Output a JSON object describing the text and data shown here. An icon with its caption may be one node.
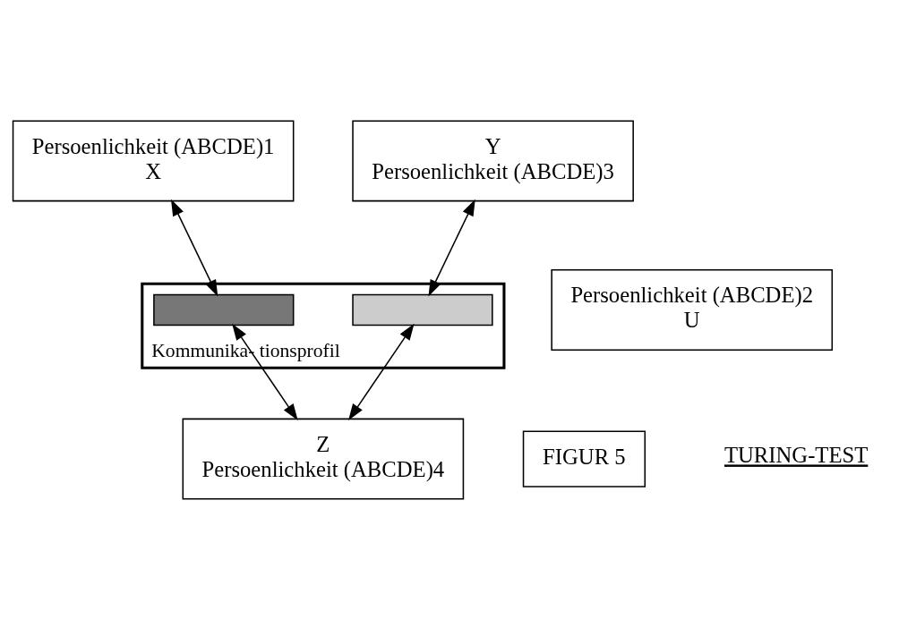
{
  "diagram": {
    "nodes": [
      {
        "text": [
          "Persoenlichkeit (ABCDE)1",
          "X"
        ]
      },
      {
        "text": [
          "Persoenlichkeit (ABCDE)2",
          "U"
        ]
      },
      {
        "text": [
          "Y",
          "Persoenlichkeit (ABCDE)3"
        ]
      },
      {
        "text": [
          "Kommunika- tionsprofil"
        ]
      },
      {
        "text": [],
        "shape": "bar",
        "in": 3
      },
      {
        "text": [],
        "shape": "bar",
        "in": 3
      },
      {
        "text": [
          "FIGUR 5"
        ]
      },
      {
        "text": [
          "Z",
          "Persoenlichkeit (ABCDE)4"
        ]
      }
    ],
    "edges": [
      {
        "from": 0,
        "to": 4,
        "arrow": "both"
      },
      {
        "from": 2,
        "to": 5,
        "arrow": "both"
      },
      {
        "from": 7,
        "to": 4,
        "arrow": "both"
      },
      {
        "from": 7,
        "to": 5,
        "arrow": "both"
      }
    ],
    "labels": [
      "TURING-TEST"
    ]
  }
}
